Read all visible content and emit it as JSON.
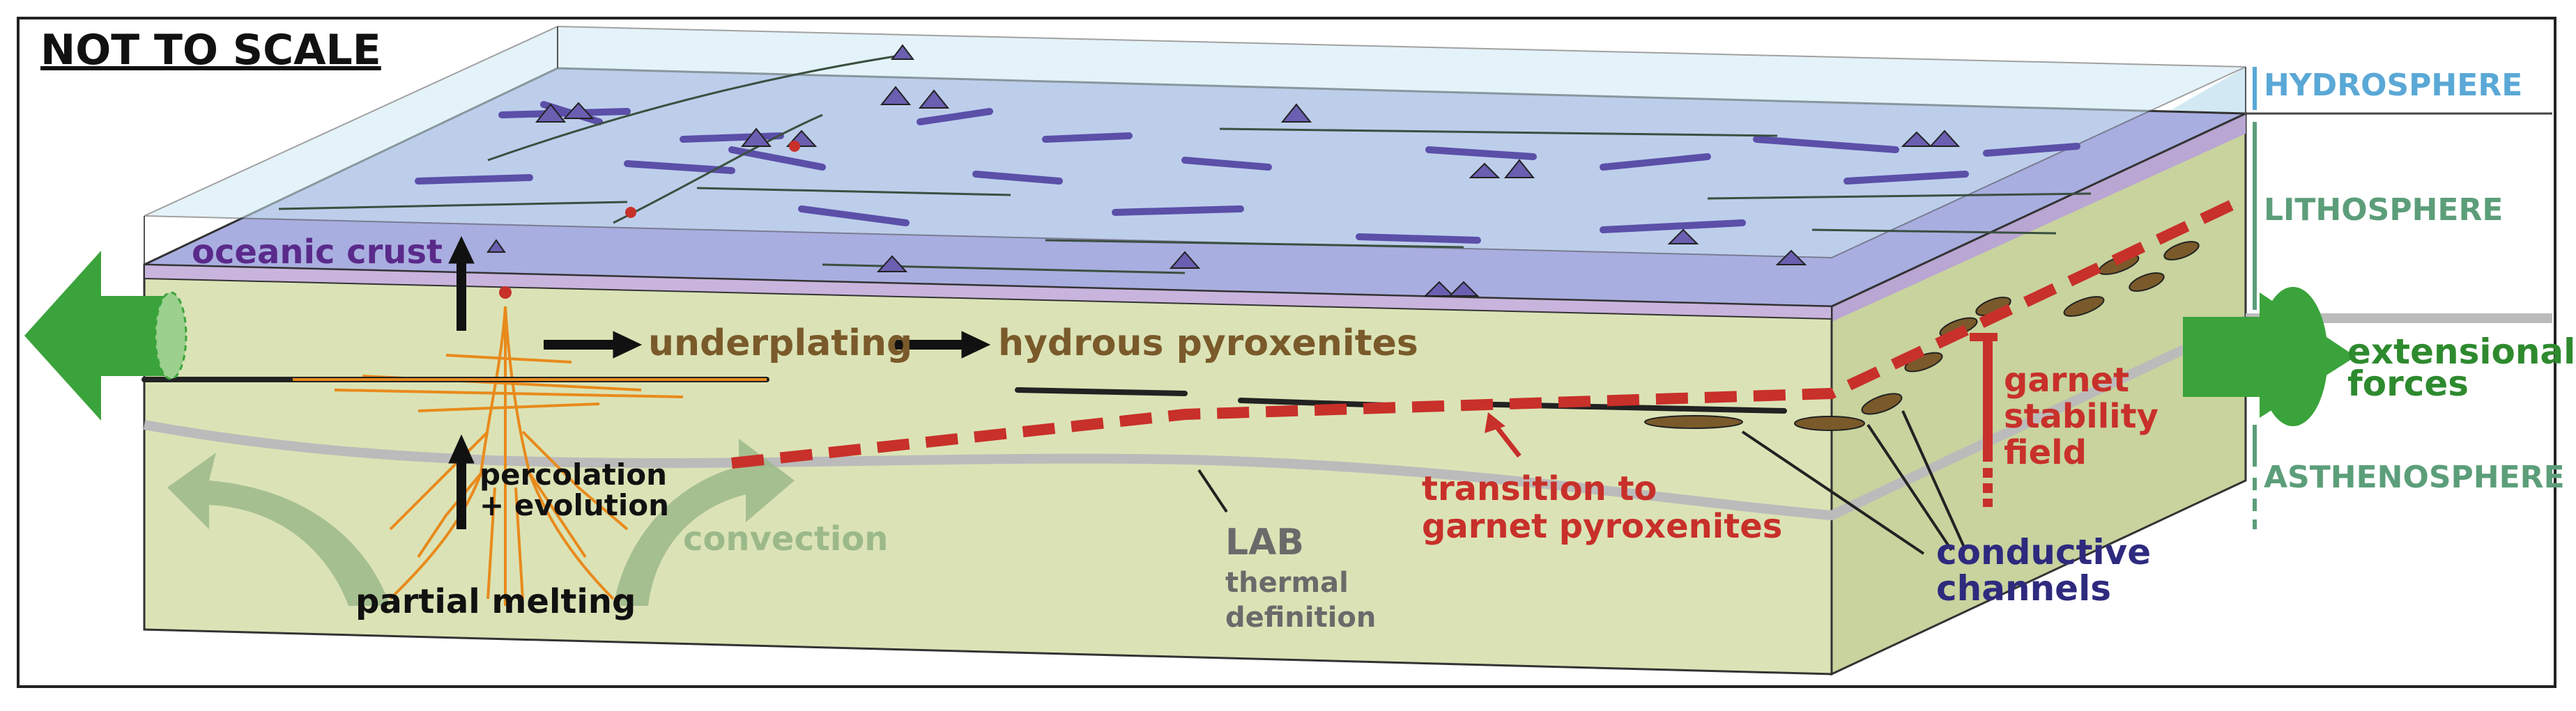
{
  "title": "NOT TO SCALE",
  "layers": {
    "hydrosphere": "HYDROSPHERE",
    "lithosphere": "LITHOSPHERE",
    "asthenosphere": "ASTHENOSPHERE"
  },
  "labels": {
    "oceanic_crust": "oceanic crust",
    "underplating": "underplating",
    "hydrous_pyroxenites": "hydrous pyroxenites",
    "percolation_line1": "percolation",
    "percolation_line2": "+ evolution",
    "convection": "convection",
    "partial_melting": "partial melting",
    "lab": "LAB",
    "lab_sub1": "thermal",
    "lab_sub2": "definition",
    "transition_line1": "transition to",
    "transition_line2": "garnet pyroxenites",
    "garnet_line1": "garnet",
    "garnet_line2": "stability",
    "garnet_line3": "field",
    "conductive_line1": "conductive",
    "conductive_line2": "channels",
    "extensional_line1": "extensional",
    "extensional_line2": "forces"
  },
  "colors": {
    "ocean_water": "#cfe9f5",
    "ocean_floor": "#a9aee0",
    "dark_purple": "#5b4fa8",
    "crust": "#c9b4dd",
    "mantle": "#dbe3b6",
    "hydrosphere_text": "#5aa8d6",
    "lithosphere_text": "#5c9e7a",
    "brown": "#7a5a2a",
    "red": "#c8302a",
    "melt_orange": "#e88a1c",
    "navy": "#2e2a7e",
    "arrow_green": "#3ba33b",
    "convection_green": "#9cb98a",
    "lab_gray": "#bbbbbb",
    "gray_text": "#6a6a6a"
  }
}
